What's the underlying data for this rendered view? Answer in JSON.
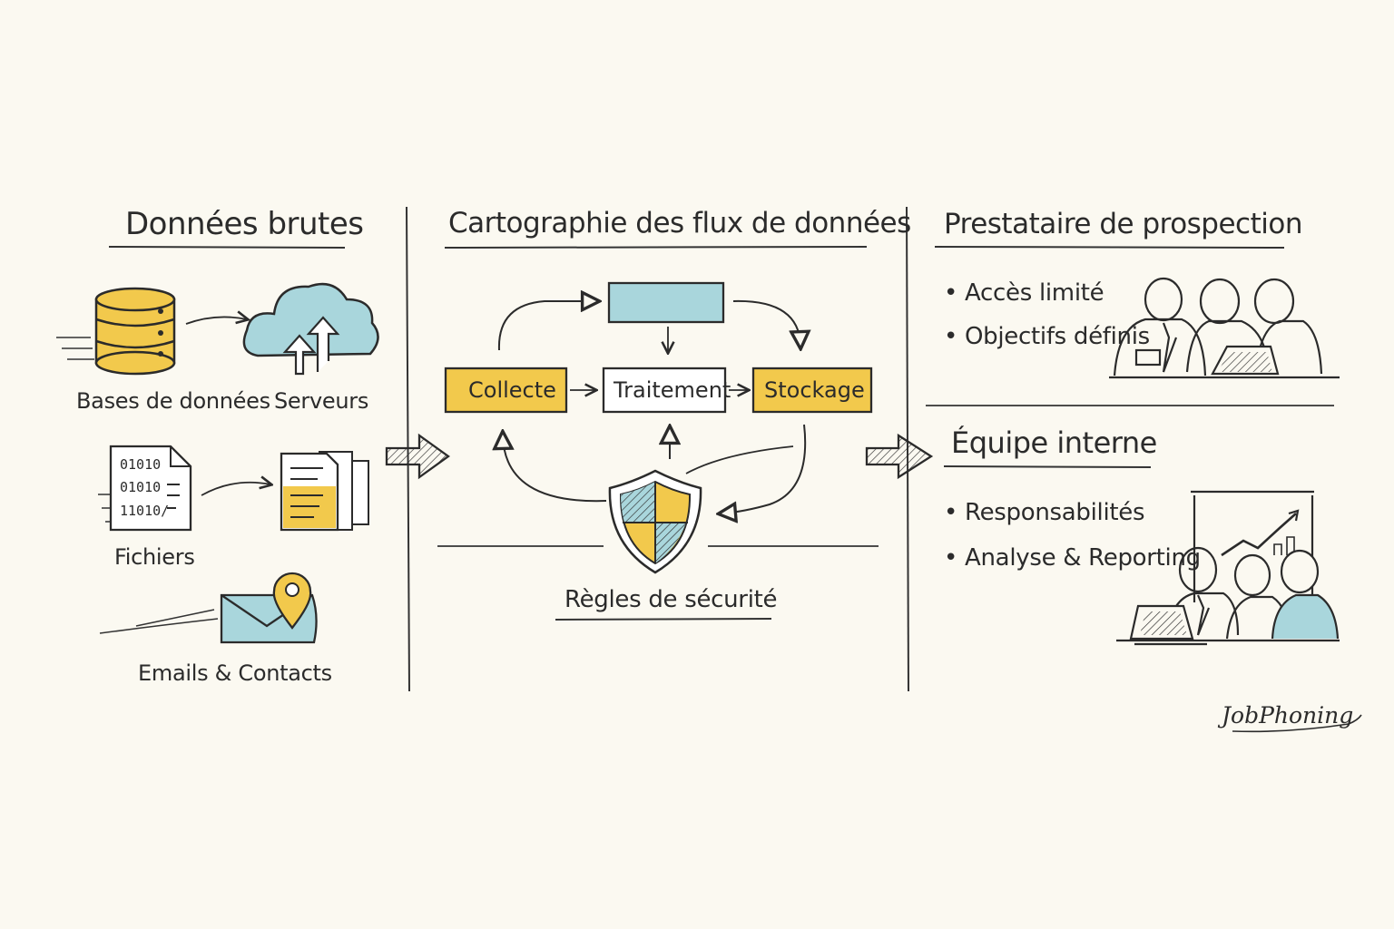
{
  "colors": {
    "background": "#fbf9f1",
    "ink": "#2b2b2b",
    "yellow": "#f2c94c",
    "teal": "#a9d6dc"
  },
  "raw_data": {
    "title": "Données  brutes",
    "databases_label": "Bases de données",
    "databases_icon": "database-icon",
    "servers_label": "Serveurs",
    "servers_icon": "cloud-upload-icon",
    "files_label": "Fichiers",
    "files_icon": "binary-file-icon",
    "documents_icon": "documents-icon",
    "emails_label": "Emails & Contacts",
    "emails_icon": "envelope-location-icon",
    "file_binary_lines": [
      "01010",
      "01010",
      "11010/"
    ]
  },
  "flow": {
    "title": "Cartographie des flux de données",
    "collecte": "Collecte",
    "traitement": "Traitement",
    "stockage": "Stockage",
    "security_label": "Règles de sécurité",
    "security_icon": "shield-icon"
  },
  "provider": {
    "title": "Prestataire de prospection",
    "bullets": [
      "Accès limité",
      "Objectifs définis"
    ],
    "illustration": "team-meeting-icon"
  },
  "internal": {
    "title": "Équipe interne",
    "bullets": [
      "Responsabilités",
      "Analyse & Reporting"
    ],
    "illustration": "team-presentation-icon"
  },
  "signature": "JobPhoning"
}
